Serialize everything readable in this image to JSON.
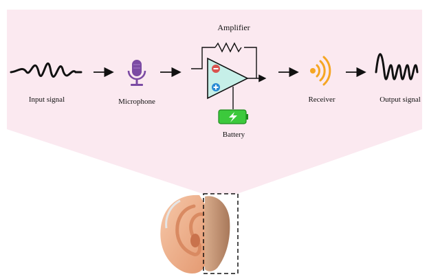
{
  "labels": {
    "input_signal": "Input signal",
    "microphone": "Microphone",
    "amplifier": "Amplifier",
    "battery": "Battery",
    "receiver": "Receiver",
    "output_signal": "Output signal"
  },
  "colors": {
    "panel_background": "#fbe9f0",
    "microphone": "#7b4aa3",
    "minus_terminal": "#d9534f",
    "plus_terminal": "#2a8ad4",
    "amplifier_fill": "#c6efe8",
    "battery": "#3cc93c",
    "receiver": "#f5a623",
    "waveform": "#111111",
    "ear_skin": "#f2b896",
    "hearing_aid": "#c08d6e"
  },
  "icons": {
    "microphone": "microphone-icon",
    "battery": "battery-icon",
    "receiver": "sound-waves-icon",
    "amplifier": "op-amp-triangle-icon"
  }
}
